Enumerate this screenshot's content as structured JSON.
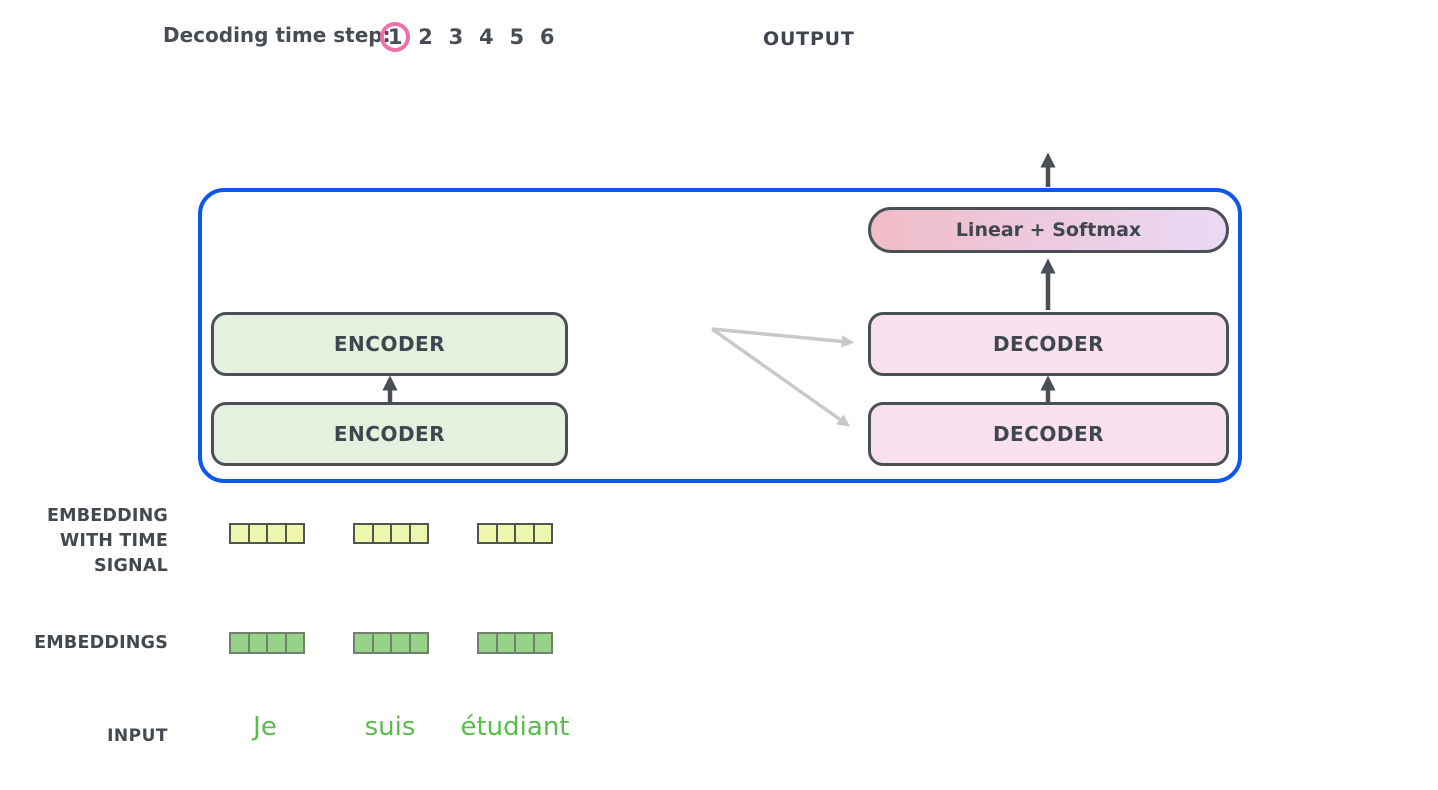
{
  "header": {
    "decoding_label": "Decoding time step:",
    "steps": [
      "1",
      "2",
      "3",
      "4",
      "5",
      "6"
    ],
    "active_step": "1",
    "output_label": "OUTPUT"
  },
  "model": {
    "encoder_labels": [
      "ENCODER",
      "ENCODER"
    ],
    "decoder_labels": [
      "DECODER",
      "DECODER"
    ],
    "linear_softmax_label": "Linear + Softmax"
  },
  "left_labels": {
    "embedding_time_signal": [
      "EMBEDDING",
      "WITH TIME",
      "SIGNAL"
    ],
    "embeddings": "EMBEDDINGS",
    "input": "INPUT"
  },
  "input": {
    "tokens": [
      "Je",
      "suis",
      "étudiant"
    ]
  },
  "vectors": {
    "rows": [
      "embedding-with-time-signal",
      "embeddings"
    ],
    "count_per_row": 3,
    "cells_per_vector": 4
  },
  "colors": {
    "accent_blue": "#0b58ea",
    "step_circle_pink": "#ef6fab",
    "encoder_fill": "#e5f1de",
    "decoder_fill": "#f9e2ee",
    "linear_softmax_gradient_left": "#f0bcc7",
    "linear_softmax_gradient_right": "#ead9f6",
    "time_signal_cell_yellow": "#eef6ad",
    "embedding_cell_green": "#98d289",
    "input_text_green": "#5bbb4d",
    "arrow_dark": "#494f57",
    "arrow_gray": "#c9c9c9",
    "text_dark": "#464c54"
  }
}
